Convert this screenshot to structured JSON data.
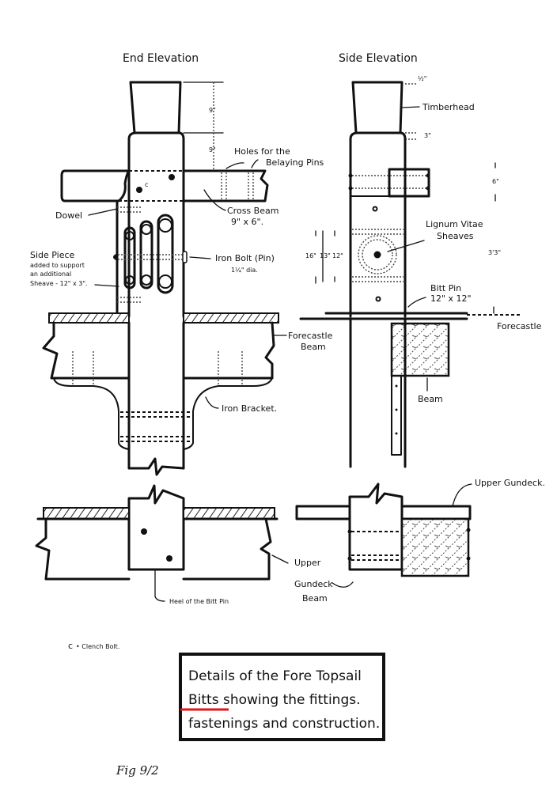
{
  "views": {
    "end_elevation": {
      "title": "End Elevation",
      "dims": {
        "timberhead": "9\"",
        "below_head": "9\""
      },
      "labels": {
        "holes_line1": "Holes for the",
        "holes_line2": "Belaying Pins",
        "dowel": "Dowel",
        "cross_beam_line1": "Cross Beam",
        "cross_beam_line2": "9\" x 6\".",
        "side_piece_line1": "Side Piece",
        "side_piece_line2": "added to support",
        "side_piece_line3": "an additional",
        "side_piece_line4": "Sheave - 12\" x 3\".",
        "iron_bolt_line1": "Iron Bolt (Pin)",
        "iron_bolt_line2": "1¼\" dia.",
        "forecastle_beam_line1": "Forecastle",
        "forecastle_beam_line2": "Beam",
        "iron_bracket": "Iron Bracket.",
        "heel": "Heel of the Bitt Pin",
        "clench_mark": "c"
      }
    },
    "side_elevation": {
      "title": "Side Elevation",
      "dims": {
        "top": "½\"",
        "neck": "3\"",
        "cross_beam": "6\"",
        "sheave_outer": "16\"",
        "sheave_mid": "13\"",
        "sheave_inner": "12\"",
        "right_dim": "3'3\""
      },
      "labels": {
        "timberhead": "Timberhead",
        "sheaves_line1": "Lignum Vitae",
        "sheaves_line2": "Sheaves",
        "bitt_pin_line1": "Bitt Pin",
        "bitt_pin_line2": "12\" x 12\"",
        "forecastle": "Forecastle",
        "beam": "Beam",
        "upper_gundeck": "Upper Gundeck.",
        "ug_beam_line1": "Upper",
        "ug_beam_line2": "Gundeck",
        "ug_beam_line3": "Beam"
      }
    }
  },
  "legend": {
    "symbol": "c",
    "text": "• Clench Bolt."
  },
  "caption": {
    "line1": "Details of the Fore Topsail",
    "line2_highlight": "Bitts",
    "line2_rest": " showing the fittings.",
    "line3": "fastenings and construction.",
    "highlight_color": "#e0141b"
  },
  "figure_number": "Fig 9/2"
}
